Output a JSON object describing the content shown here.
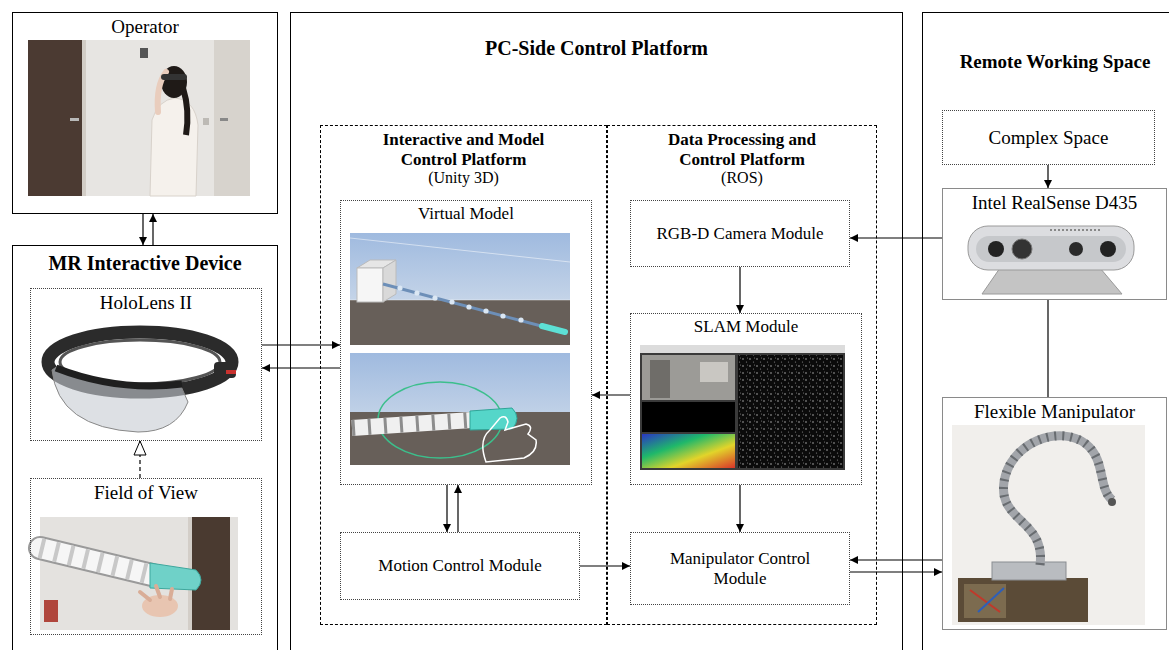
{
  "diagram": {
    "nodes": [
      {
        "text": [
          "Operator"
        ]
      },
      {
        "text": [
          "MR Interactive Device"
        ]
      },
      {
        "text": [
          "HoloLens II"
        ],
        "in": 1
      },
      {
        "text": [
          "Field of View"
        ],
        "in": 1
      },
      {
        "text": [
          "PC-Side Control Platform"
        ]
      },
      {
        "text": [
          "Interactive and Model Control Platform",
          "(Unity 3D)"
        ],
        "in": 4
      },
      {
        "text": [
          "Virtual Model"
        ],
        "in": 5
      },
      {
        "text": [
          "Motion Control Module"
        ],
        "in": 5
      },
      {
        "text": [
          "Data Processing and Control Platform",
          "(ROS)"
        ],
        "in": 4
      },
      {
        "text": [
          "RGB-D Camera Module"
        ],
        "in": 8
      },
      {
        "text": [
          "SLAM Module"
        ],
        "in": 8
      },
      {
        "text": [
          "Manipulator Control Module"
        ],
        "in": 8
      },
      {
        "text": [
          "Remote Working Space"
        ]
      },
      {
        "text": [
          "Complex Space"
        ],
        "in": 12
      },
      {
        "text": [
          "Intel RealSense D435"
        ],
        "in": 12
      },
      {
        "text": [
          "Flexible Manipulator"
        ],
        "in": 12
      }
    ],
    "edges": [
      {
        "from": 0,
        "to": 1,
        "arrow": "to"
      },
      {
        "from": 1,
        "to": 0,
        "arrow": "to"
      },
      {
        "from": 2,
        "to": 6,
        "arrow": "to"
      },
      {
        "from": 6,
        "to": 2,
        "arrow": "to"
      },
      {
        "from": 3,
        "to": 2,
        "arrow": "to"
      },
      {
        "from": 13,
        "to": 14,
        "arrow": "to"
      },
      {
        "from": 14,
        "to": 9,
        "arrow": "to"
      },
      {
        "from": 14,
        "to": 15,
        "arrow": "none"
      },
      {
        "from": 9,
        "to": 10,
        "arrow": "to"
      },
      {
        "from": 10,
        "to": 6,
        "arrow": "to"
      },
      {
        "from": 10,
        "to": 11,
        "arrow": "to"
      },
      {
        "from": 6,
        "to": 7,
        "arrow": "to"
      },
      {
        "from": 7,
        "to": 6,
        "arrow": "to"
      },
      {
        "from": 7,
        "to": 11,
        "arrow": "to"
      },
      {
        "from": 15,
        "to": 11,
        "arrow": "to"
      },
      {
        "from": 11,
        "to": 15,
        "arrow": "to"
      }
    ]
  }
}
